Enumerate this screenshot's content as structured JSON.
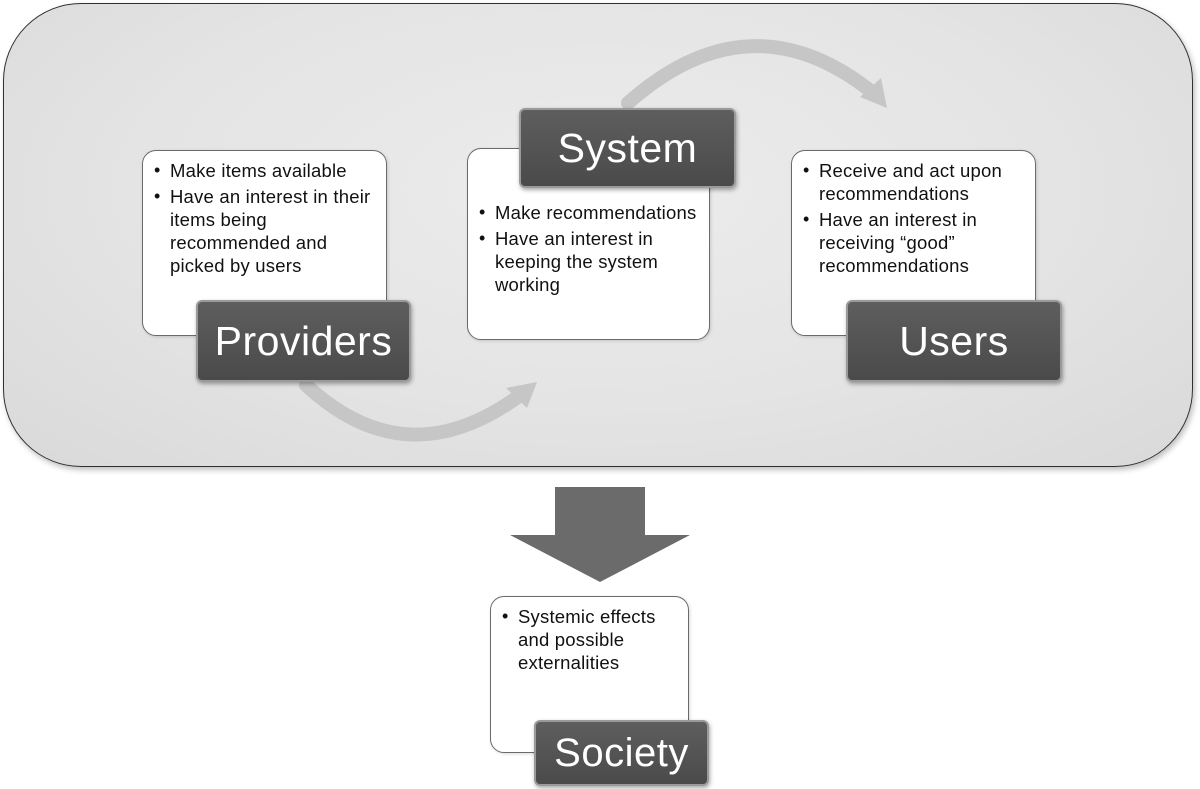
{
  "providers": {
    "label": "Providers",
    "bullets": [
      "Make items available",
      "Have an interest in their items being recommended and picked by users"
    ]
  },
  "system": {
    "label": "System",
    "bullets": [
      "Make recommendations",
      "Have an interest in keeping the system working"
    ]
  },
  "users": {
    "label": "Users",
    "bullets": [
      "Receive and act upon recommendations",
      "Have an interest in receiving “good” recommendations"
    ]
  },
  "society": {
    "label": "Society",
    "bullets": [
      "Systemic effects and possible externalities"
    ]
  },
  "colors": {
    "label_fill": "#555555",
    "arrow_curved": "#c8c8c8",
    "arrow_down": "#6b6b6b"
  }
}
